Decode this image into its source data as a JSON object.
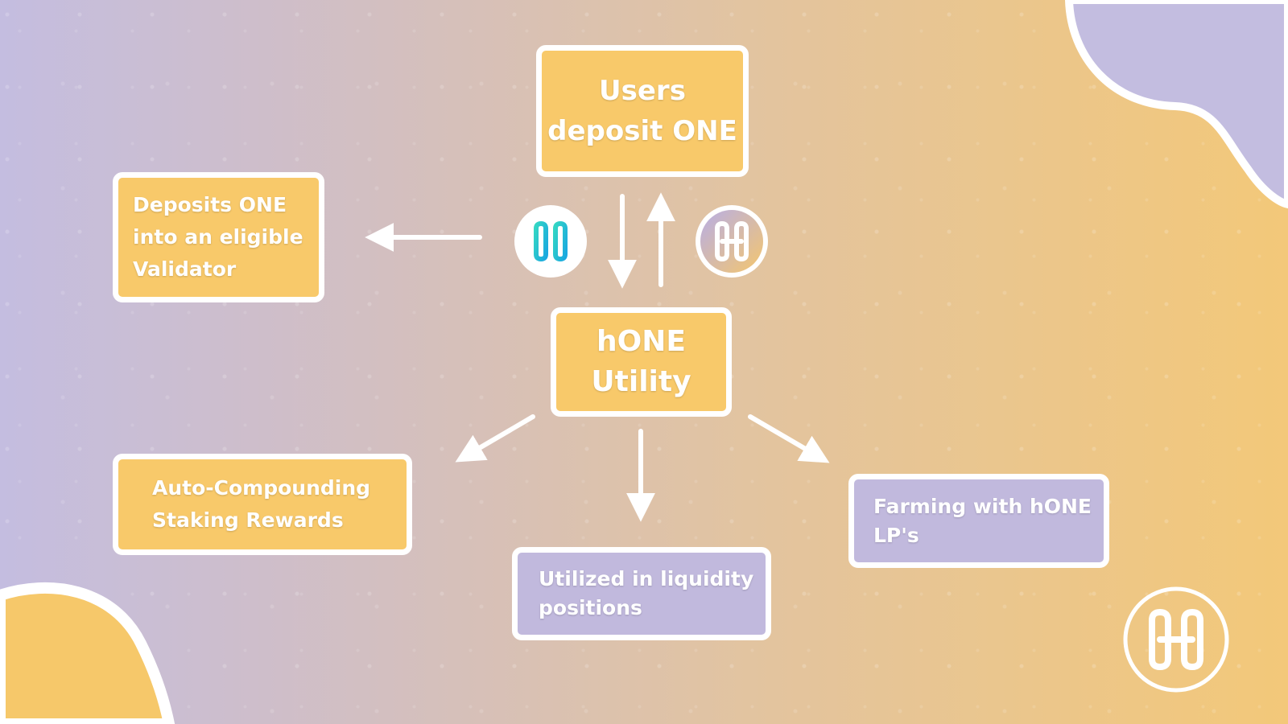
{
  "colors": {
    "box_yellow": "#f8c96a",
    "box_lavender": "#c1b9dd",
    "border": "#ffffff",
    "harmony_teal": "#2bc3d1"
  },
  "nodes": {
    "users_deposit": "Users\ndeposit ONE",
    "hone_utility": "hONE\nUtility",
    "validator": "Deposits  ONE\ninto an eligible\nValidator",
    "auto_compounding": "Auto-Compounding\nStaking Rewards",
    "liquidity": "Utilized in liquidity\npositions",
    "farming": "Farming with hONE\nLP's"
  },
  "icons": {
    "one_token": "harmony-one-logo",
    "hone_token": "hone-logo",
    "brand_corner": "harmony-logo"
  },
  "edges": [
    {
      "from": "users_deposit",
      "to": "hone_utility"
    },
    {
      "from": "hone_utility",
      "to": "users_deposit"
    },
    {
      "from": "users_deposit",
      "to": "validator"
    },
    {
      "from": "hone_utility",
      "to": "auto_compounding"
    },
    {
      "from": "hone_utility",
      "to": "liquidity"
    },
    {
      "from": "hone_utility",
      "to": "farming"
    }
  ]
}
